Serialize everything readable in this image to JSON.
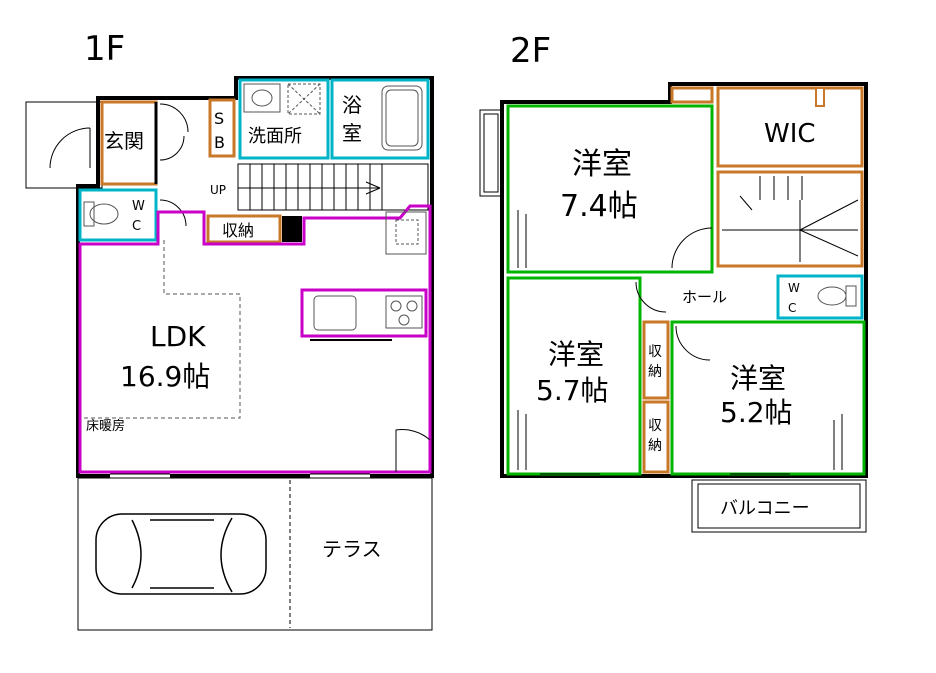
{
  "floors": {
    "first": {
      "title": "1F",
      "rooms": {
        "entrance": "玄関",
        "sb": [
          "S",
          "B"
        ],
        "washroom": "洗面所",
        "bath": [
          "浴",
          "室"
        ],
        "wc": [
          "W",
          "C"
        ],
        "storage": "収納",
        "ldk_name": "LDK",
        "ldk_size": "16.9帖",
        "floor_heating": "床暖房",
        "terrace": "テラス",
        "up": "UP"
      }
    },
    "second": {
      "title": "2F",
      "rooms": {
        "room1_name": "洋室",
        "room1_size": "7.4帖",
        "wic": "WIC",
        "hall": "ホール",
        "wc": [
          "W",
          "C"
        ],
        "room2_name": "洋室",
        "room2_size": "5.7帖",
        "room3_name": "洋室",
        "room3_size": "5.2帖",
        "storage1": [
          "収",
          "納"
        ],
        "storage2": [
          "収",
          "納"
        ],
        "balcony": "バルコニー"
      }
    }
  },
  "colors": {
    "wall": "#000000",
    "ldk_outline": "#c800c8",
    "western_room_outline": "#00b400",
    "storage_outline": "#c87828",
    "wet_area_outline": "#00b4c8",
    "fixture": "#555555"
  }
}
